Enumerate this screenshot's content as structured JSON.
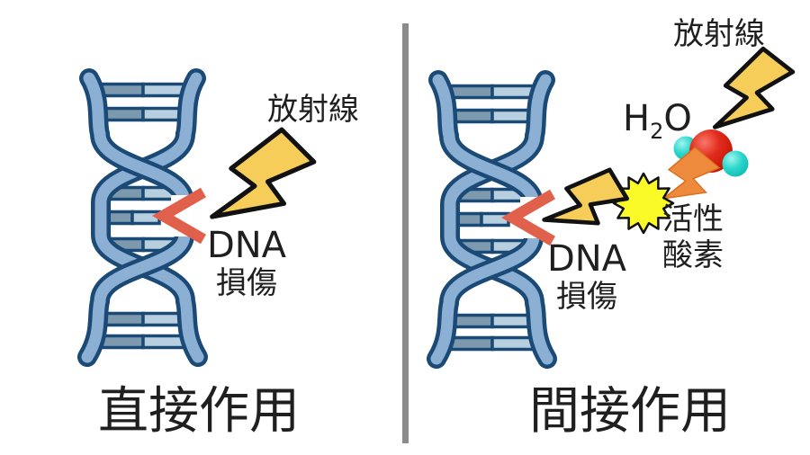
{
  "left": {
    "radiation_label": "放射線",
    "dna_damage": {
      "line1": "DNA",
      "line2": "損傷"
    },
    "caption": "直接作用"
  },
  "right": {
    "radiation_label": "放射線",
    "h2o": {
      "h": "H",
      "sub": "2",
      "o": "O"
    },
    "reactive_oxygen": {
      "line1": "活性",
      "line2": "酸素"
    },
    "dna_damage": {
      "line1": "DNA",
      "line2": "損傷"
    },
    "caption": "間接作用"
  },
  "icons": {
    "dna_helix_left": "dna-double-helix",
    "dna_helix_right": "dna-double-helix",
    "dna_break": "red-break-chevron",
    "lightning_bolt": "lightning-bolt",
    "starburst": "reactive-oxygen-burst",
    "water_molecule": "h2o-molecule",
    "orange_arrow": "orange-arrow"
  },
  "colors": {
    "background": "#ffffff",
    "helix_strand": "#8cb0d4",
    "helix_outline": "#1a4a75",
    "rung_left": "#7d99ae",
    "rung_right": "#b7cfdf",
    "break_red": "#e0604c",
    "bolt_yellow": "#f5cd58",
    "bolt_outline": "#111111",
    "star_yellow": "#fafa28",
    "arrow_orange": "#ee8a3c",
    "oxygen_red": "#d81d10",
    "hydrogen_cyan": "#2cd5cc",
    "divider_gray": "#8b8b8b",
    "text": "#1f1f1f"
  }
}
